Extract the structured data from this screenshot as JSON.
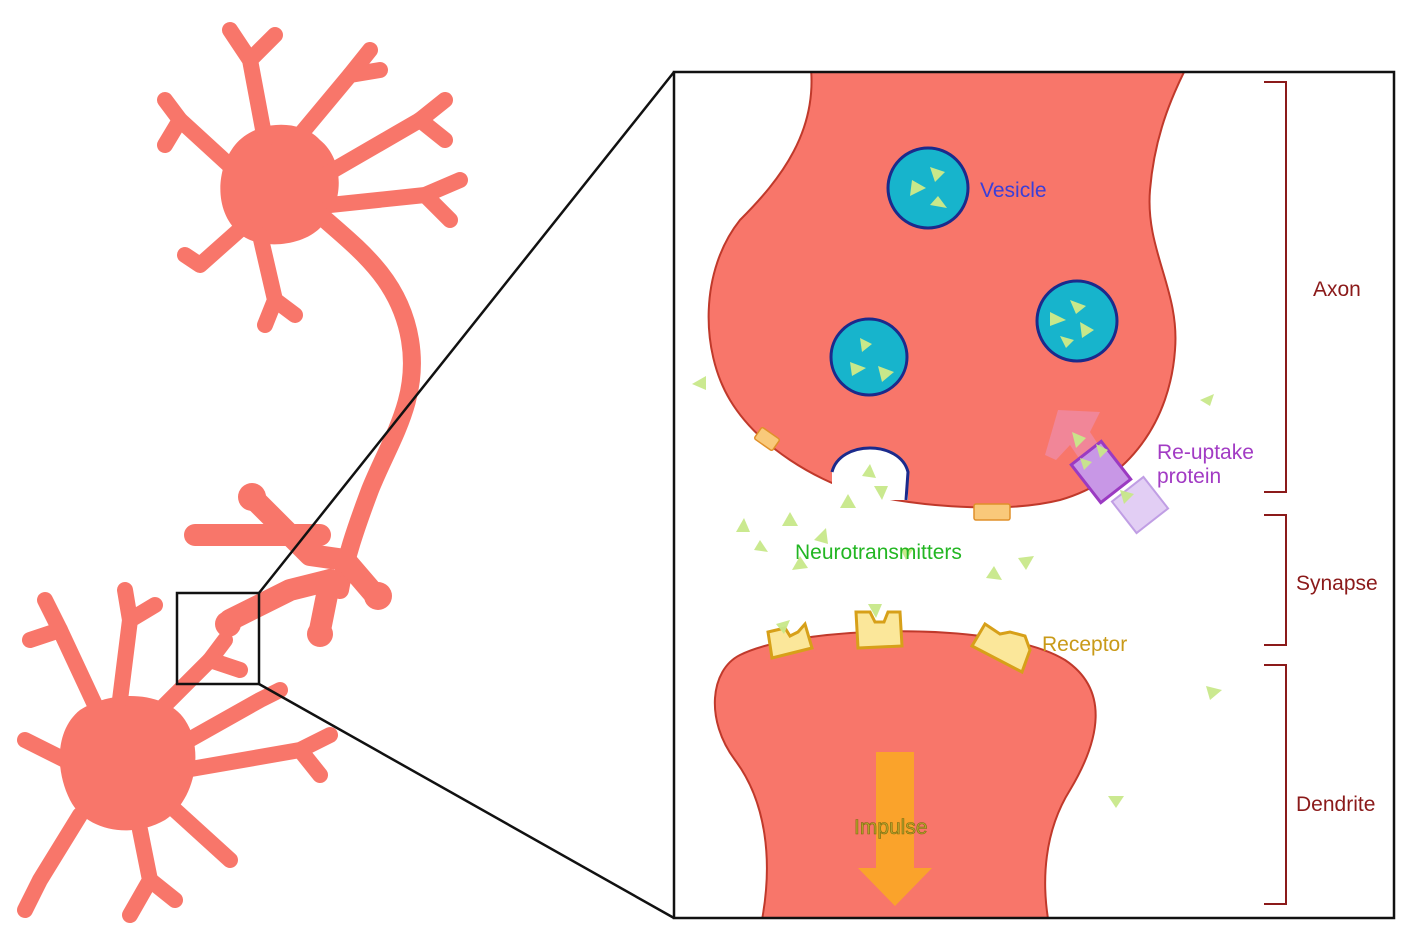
{
  "labels": {
    "vesicle": "Vesicle",
    "reuptake_line1": "Re-uptake",
    "reuptake_line2": "protein",
    "neurotransmitters": "Neurotransmitters",
    "receptor": "Receptor",
    "impulse": "Impulse",
    "axon": "Axon",
    "synapse": "Synapse",
    "dendrite": "Dendrite"
  },
  "colors": {
    "neuron": "#f8766a",
    "neuron_outline": "#c0392b",
    "vesicle_fill": "#17b4cc",
    "vesicle_outline": "#1b2a8c",
    "neurotransmitter": "#c8e88a",
    "receptor_fill": "#fbe79a",
    "receptor_outline": "#d7a019",
    "reuptake_protein": "#b86bd6",
    "impulse_arrow": "#f9a825",
    "bracket": "#8b1a1a",
    "label_vesicle": "#3a3fd9",
    "label_reuptake": "#a23bc4",
    "label_neurotransmitters": "#22b622",
    "label_receptor": "#c99a18",
    "label_structure": "#8b1a1a"
  }
}
